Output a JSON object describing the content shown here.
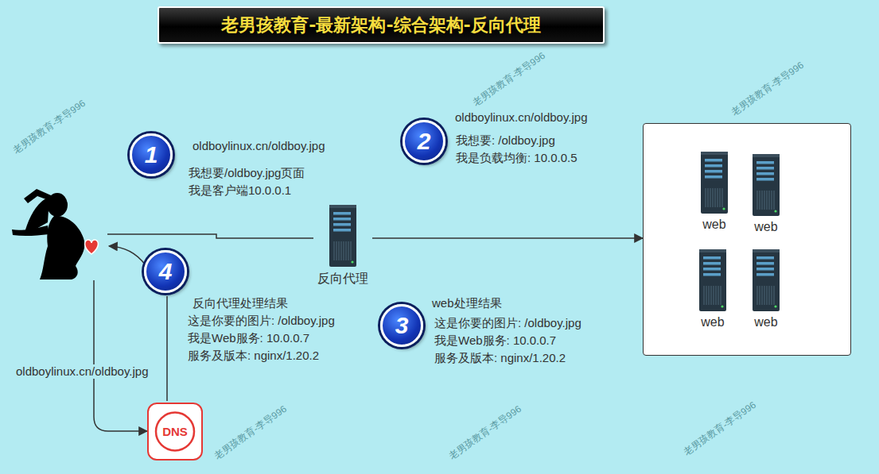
{
  "diagram": {
    "title": "老男孩教育-最新架构-综合架构-反向代理",
    "nodes": [
      {
        "text": []
      },
      {
        "text": [
          "反向代理"
        ]
      },
      {
        "text": []
      },
      {
        "text": [
          "web"
        ],
        "in": 2
      },
      {
        "text": [
          "web"
        ],
        "in": 2
      },
      {
        "text": [
          "web"
        ],
        "in": 2
      },
      {
        "text": [
          "web"
        ],
        "in": 2
      },
      {
        "text": [
          "DNS"
        ]
      }
    ],
    "edges": [
      {
        "from": 0,
        "to": 1,
        "arrow": "none"
      },
      {
        "from": 1,
        "to": 2,
        "arrow": "to"
      },
      {
        "from": 0,
        "to": 7,
        "arrow": "to",
        "label": "oldboylinux.cn/oldboy.jpg"
      }
    ],
    "labels": [
      "1",
      "oldboylinux.cn/oldboy.jpg",
      "我想要/oldboy.jpg页面",
      "我是客户端10.0.0.1",
      "2",
      "oldboylinux.cn/oldboy.jpg",
      "我想要: /oldboy.jpg",
      "我是负载均衡: 10.0.0.5",
      "4",
      "反向代理处理结果",
      "这是你要的图片: /oldboy.jpg",
      "我是Web服务: 10.0.0.7",
      "服务及版本: nginx/1.20.2",
      "3",
      "web处理结果",
      "这是你要的图片: /oldboy.jpg",
      "我是Web服务: 10.0.0.7",
      "服务及版本: nginx/1.20.2",
      "老男孩教育-李导996",
      "老男孩教育-李导996",
      "老男孩教育-李导996",
      "老男孩教育-李导996",
      "老男孩教育-李导996",
      "老男孩教育-李导996"
    ]
  }
}
